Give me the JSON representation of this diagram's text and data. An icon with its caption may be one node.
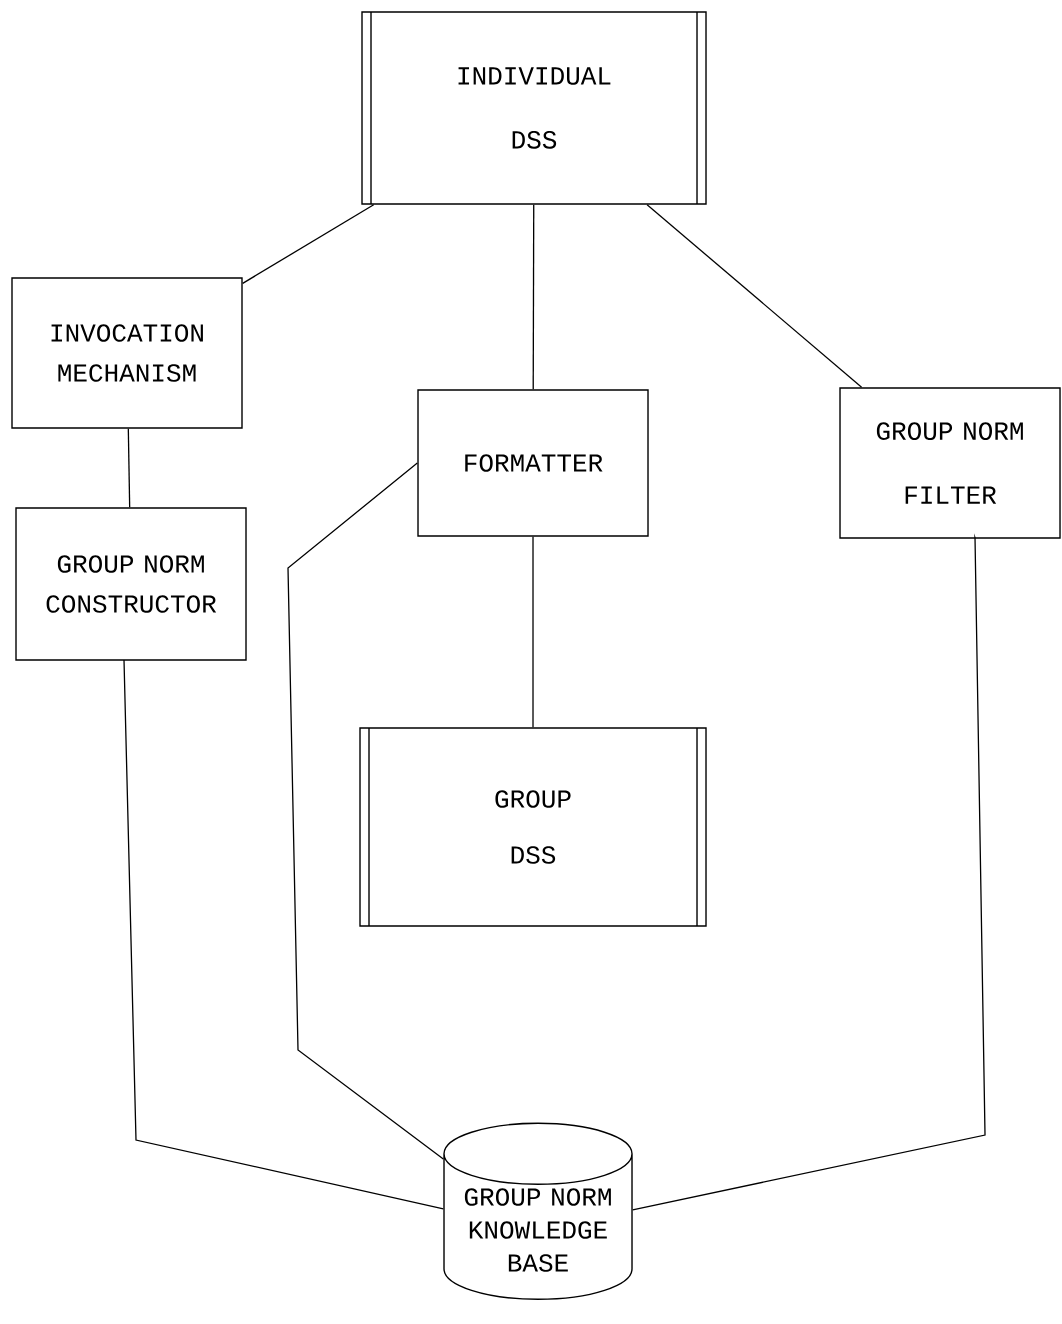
{
  "diagram": {
    "nodes": [
      {
        "text": [
          "INDIVIDUAL DSS"
        ]
      },
      {
        "text": [
          "INVOCATION MECHANISM"
        ]
      },
      {
        "text": [
          "FORMATTER"
        ]
      },
      {
        "text": [
          "GROUP NORM FILTER"
        ]
      },
      {
        "text": [
          "GROUP NORM CONSTRUCTOR"
        ]
      },
      {
        "text": [
          "GROUP DSS"
        ]
      },
      {
        "text": [
          "GROUP NORM KNOWLEDGE BASE"
        ]
      }
    ],
    "edges": [
      {
        "from": 0,
        "to": 1,
        "arrow": "none"
      },
      {
        "from": 0,
        "to": 2,
        "arrow": "none"
      },
      {
        "from": 0,
        "to": 3,
        "arrow": "none"
      },
      {
        "from": 1,
        "to": 4,
        "arrow": "none"
      },
      {
        "from": 2,
        "to": 5,
        "arrow": "none"
      },
      {
        "from": 2,
        "to": 6,
        "arrow": "none"
      },
      {
        "from": 4,
        "to": 6,
        "arrow": "none"
      },
      {
        "from": 3,
        "to": 6,
        "arrow": "none"
      }
    ]
  }
}
